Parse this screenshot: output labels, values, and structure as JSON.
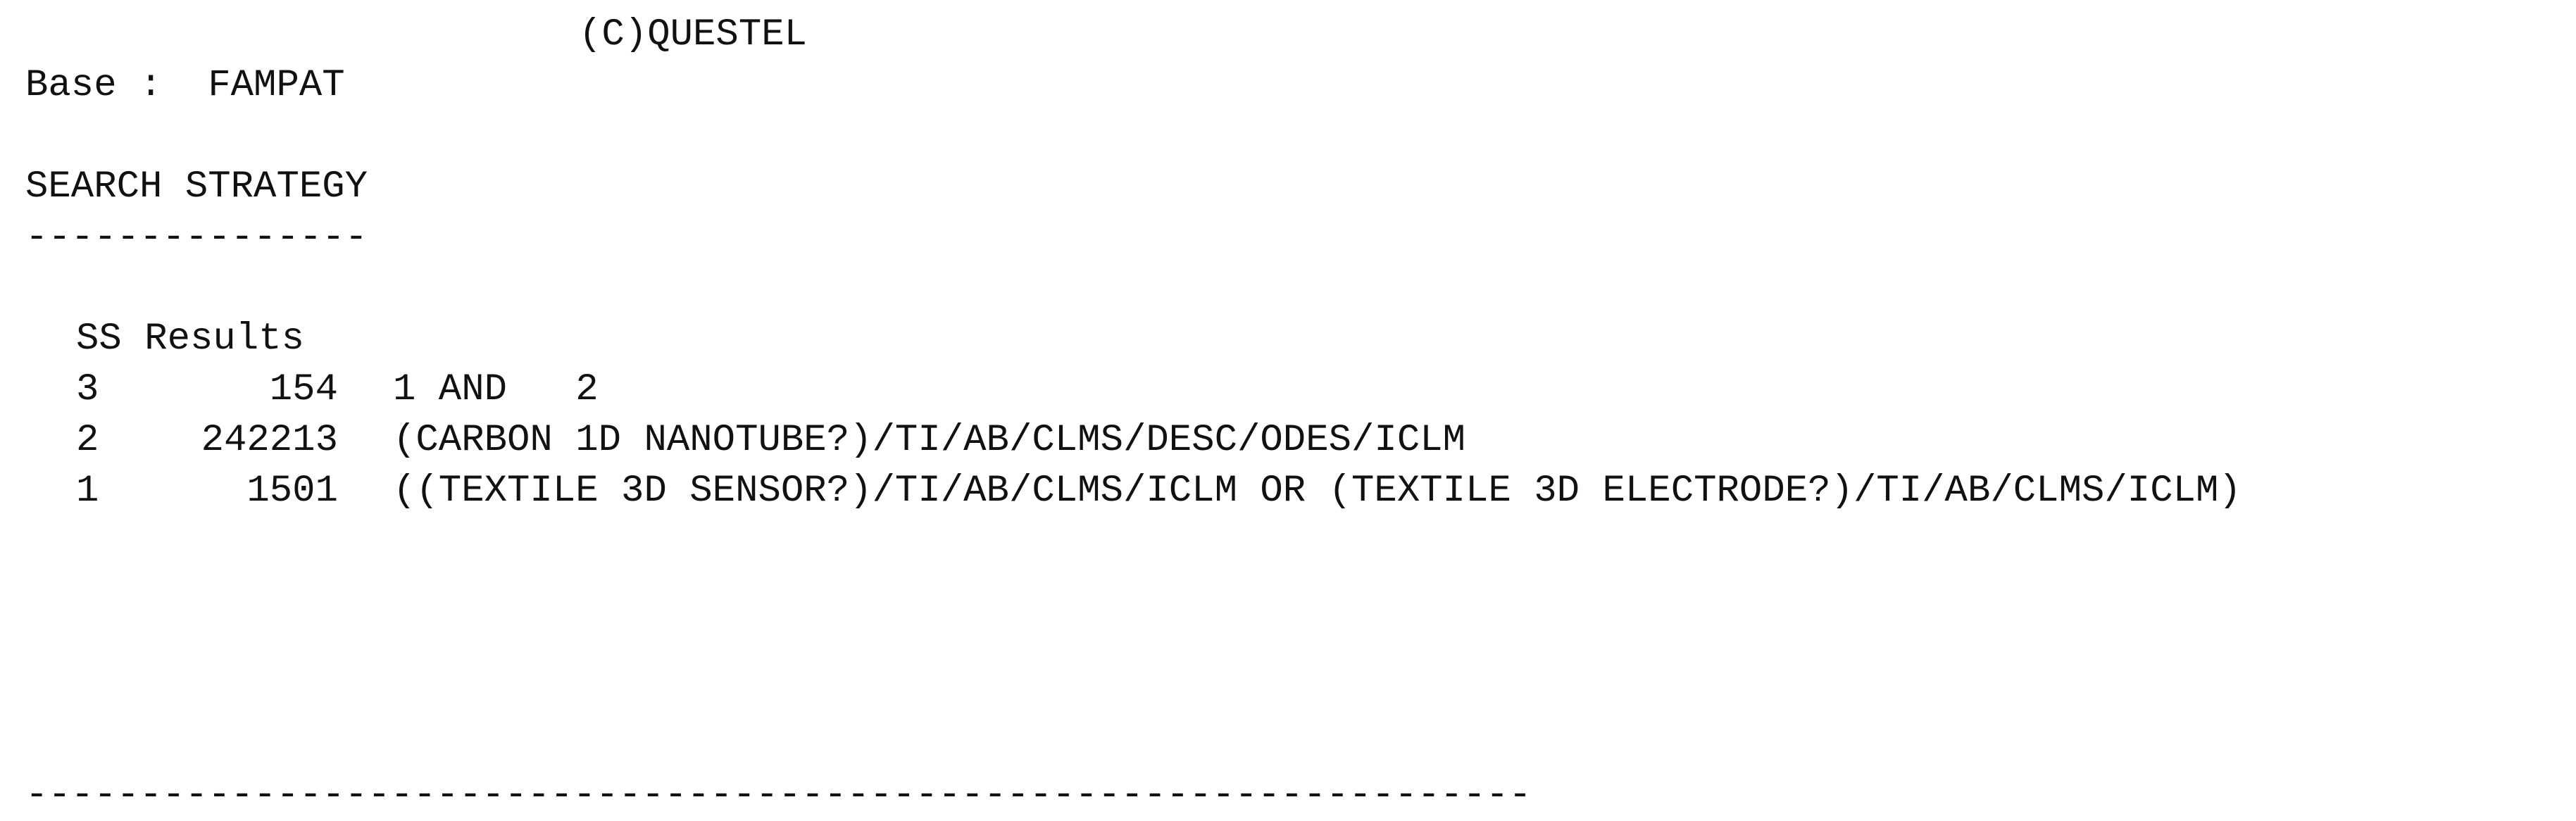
{
  "header": {
    "copyright": "(C)QUESTEL",
    "base_label": "Base :",
    "base_value": "FAMPAT"
  },
  "strategy": {
    "title": "SEARCH STRATEGY",
    "underline": "---------------"
  },
  "table": {
    "header": "SS Results",
    "rows": [
      {
        "ss": "3",
        "results": "154",
        "query": "1 AND   2"
      },
      {
        "ss": "2",
        "results": "242213",
        "query": "(CARBON 1D NANOTUBE?)/TI/AB/CLMS/DESC/ODES/ICLM"
      },
      {
        "ss": "1",
        "results": "1501",
        "query": "((TEXTILE 3D SENSOR?)/TI/AB/CLMS/ICLM OR (TEXTILE 3D ELECTRODE?)/TI/AB/CLMS/ICLM)"
      }
    ]
  },
  "footer": {
    "rule": "------------------------------------------------------------------"
  }
}
